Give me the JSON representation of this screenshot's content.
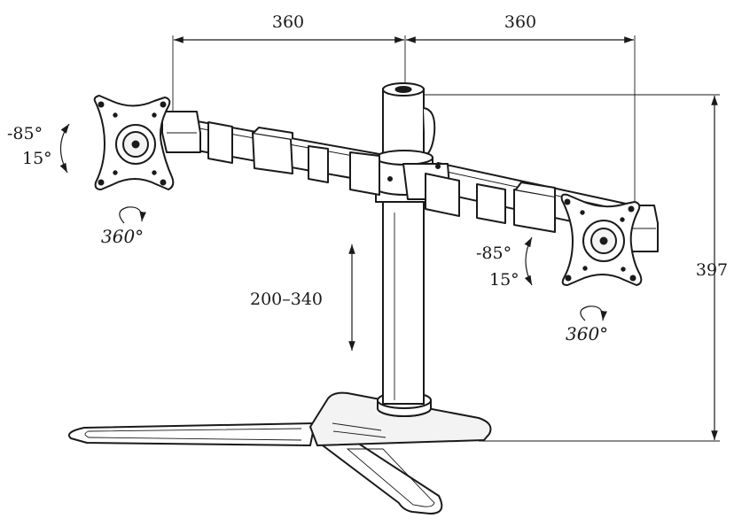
{
  "dimensions": {
    "arm_left_width": "360",
    "arm_right_width": "360",
    "total_height": "397",
    "height_adjust_range": "200–340"
  },
  "left_head": {
    "tilt_up": "-85°",
    "tilt_down": "15°",
    "rotation": "360°"
  },
  "right_head": {
    "tilt_up": "-85°",
    "tilt_down": "15°",
    "rotation": "360°"
  }
}
